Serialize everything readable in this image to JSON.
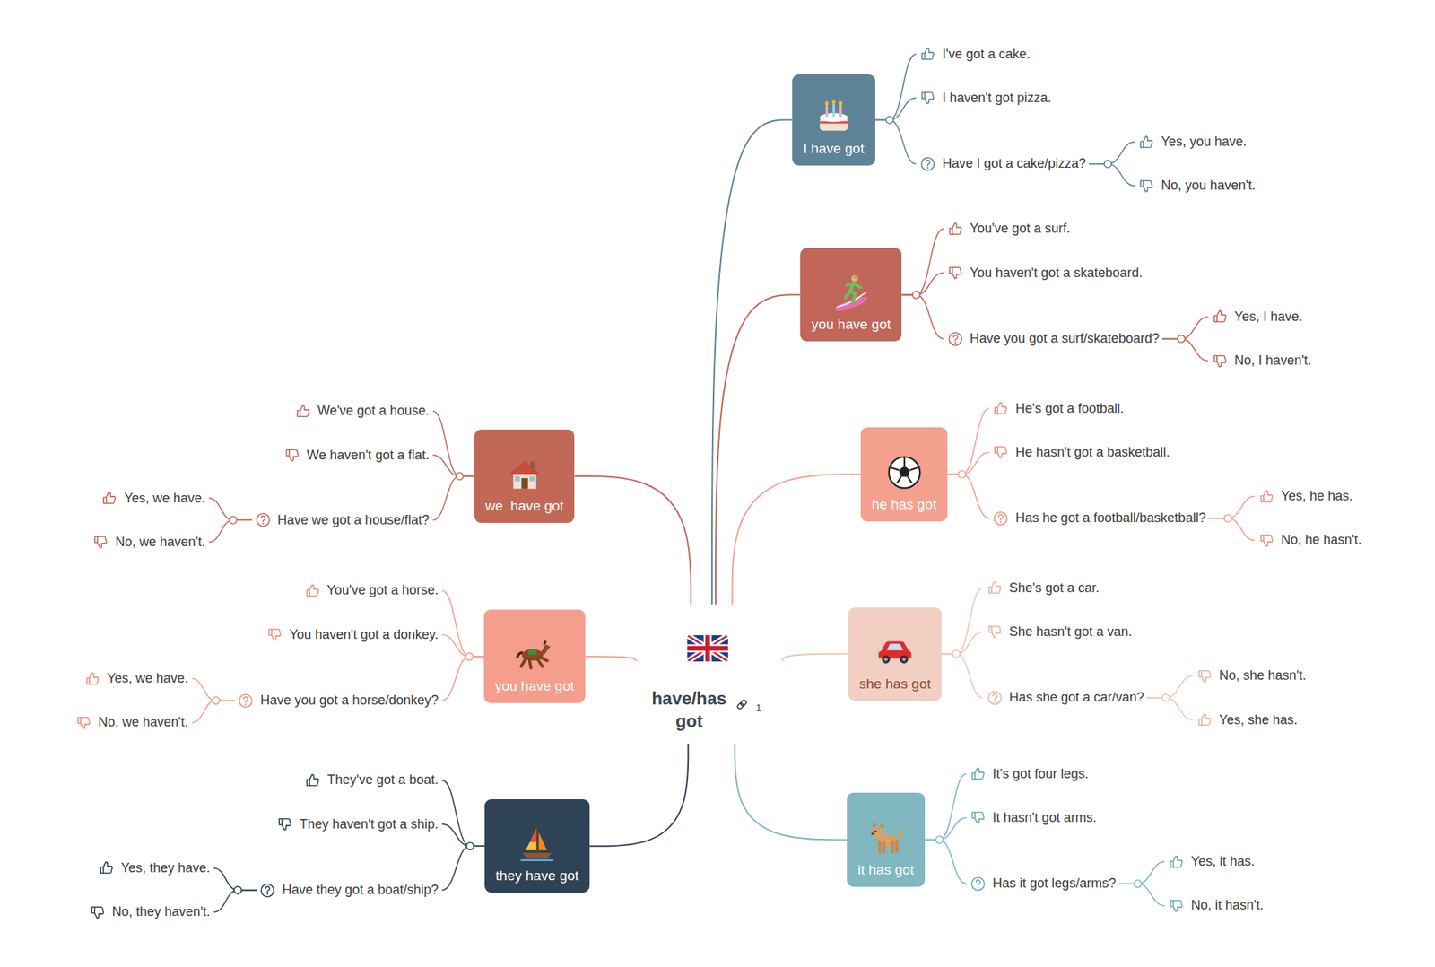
{
  "diagram": {
    "nodes": [
      {
        "text": [
          "have/has got"
        ]
      },
      {
        "text": [
          "I have got"
        ]
      },
      {
        "text": [
          "I've got a cake."
        ]
      },
      {
        "text": [
          "I haven't got pizza."
        ]
      },
      {
        "text": [
          "Have I got a cake/pizza?"
        ]
      },
      {
        "text": [
          "Yes, you have."
        ]
      },
      {
        "text": [
          "No, you haven't."
        ]
      },
      {
        "text": [
          "you have got"
        ]
      },
      {
        "text": [
          "You've got a surf."
        ]
      },
      {
        "text": [
          "You haven't got a skateboard."
        ]
      },
      {
        "text": [
          "Have you got a surf/skateboard?"
        ]
      },
      {
        "text": [
          "Yes, I have."
        ]
      },
      {
        "text": [
          "No, I haven't."
        ]
      },
      {
        "text": [
          "he has got"
        ]
      },
      {
        "text": [
          "He's got a football."
        ]
      },
      {
        "text": [
          "He hasn't got a basketball."
        ]
      },
      {
        "text": [
          "Has he got a football/basketball?"
        ]
      },
      {
        "text": [
          "Yes, he has."
        ]
      },
      {
        "text": [
          "No, he hasn't."
        ]
      },
      {
        "text": [
          "she has got"
        ]
      },
      {
        "text": [
          "She's got a car."
        ]
      },
      {
        "text": [
          "She hasn't got a van."
        ]
      },
      {
        "text": [
          "Has she got a car/van?"
        ]
      },
      {
        "text": [
          "No, she hasn't."
        ]
      },
      {
        "text": [
          "Yes, she has."
        ]
      },
      {
        "text": [
          "it has got"
        ]
      },
      {
        "text": [
          "It's got four legs."
        ]
      },
      {
        "text": [
          "It hasn't got arms."
        ]
      },
      {
        "text": [
          "Has it got legs/arms?"
        ]
      },
      {
        "text": [
          "Yes, it has."
        ]
      },
      {
        "text": [
          "No, it hasn't."
        ]
      },
      {
        "text": [
          "we  have got"
        ]
      },
      {
        "text": [
          "We've got a house."
        ]
      },
      {
        "text": [
          "We haven't got a flat."
        ]
      },
      {
        "text": [
          "Have we got a house/flat?"
        ]
      },
      {
        "text": [
          "Yes, we have."
        ]
      },
      {
        "text": [
          "No, we haven't."
        ]
      },
      {
        "text": [
          "you have got"
        ]
      },
      {
        "text": [
          "You've got a horse."
        ]
      },
      {
        "text": [
          "You haven't got a donkey."
        ]
      },
      {
        "text": [
          "Have you got a horse/donkey?"
        ]
      },
      {
        "text": [
          "Yes, we have."
        ]
      },
      {
        "text": [
          "No, we haven't."
        ]
      },
      {
        "text": [
          "they have got"
        ]
      },
      {
        "text": [
          "They've got a boat."
        ]
      },
      {
        "text": [
          "They haven't got a ship."
        ]
      },
      {
        "text": [
          "Have they got a boat/ship?"
        ]
      },
      {
        "text": [
          "Yes, they have."
        ]
      },
      {
        "text": [
          "No, they haven't."
        ]
      }
    ],
    "edges": [
      {
        "from": 0,
        "to": 1,
        "arrow": "none"
      },
      {
        "from": 1,
        "to": 2,
        "arrow": "none"
      },
      {
        "from": 1,
        "to": 3,
        "arrow": "none"
      },
      {
        "from": 1,
        "to": 4,
        "arrow": "none"
      },
      {
        "from": 4,
        "to": 5,
        "arrow": "none"
      },
      {
        "from": 4,
        "to": 6,
        "arrow": "none"
      },
      {
        "from": 0,
        "to": 7,
        "arrow": "none"
      },
      {
        "from": 7,
        "to": 8,
        "arrow": "none"
      },
      {
        "from": 7,
        "to": 9,
        "arrow": "none"
      },
      {
        "from": 7,
        "to": 10,
        "arrow": "none"
      },
      {
        "from": 10,
        "to": 11,
        "arrow": "none"
      },
      {
        "from": 10,
        "to": 12,
        "arrow": "none"
      },
      {
        "from": 0,
        "to": 13,
        "arrow": "none"
      },
      {
        "from": 13,
        "to": 14,
        "arrow": "none"
      },
      {
        "from": 13,
        "to": 15,
        "arrow": "none"
      },
      {
        "from": 13,
        "to": 16,
        "arrow": "none"
      },
      {
        "from": 16,
        "to": 17,
        "arrow": "none"
      },
      {
        "from": 16,
        "to": 18,
        "arrow": "none"
      },
      {
        "from": 0,
        "to": 19,
        "arrow": "none"
      },
      {
        "from": 19,
        "to": 20,
        "arrow": "none"
      },
      {
        "from": 19,
        "to": 21,
        "arrow": "none"
      },
      {
        "from": 19,
        "to": 22,
        "arrow": "none"
      },
      {
        "from": 22,
        "to": 23,
        "arrow": "none"
      },
      {
        "from": 22,
        "to": 24,
        "arrow": "none"
      },
      {
        "from": 0,
        "to": 25,
        "arrow": "none"
      },
      {
        "from": 25,
        "to": 26,
        "arrow": "none"
      },
      {
        "from": 25,
        "to": 27,
        "arrow": "none"
      },
      {
        "from": 25,
        "to": 28,
        "arrow": "none"
      },
      {
        "from": 28,
        "to": 29,
        "arrow": "none"
      },
      {
        "from": 28,
        "to": 30,
        "arrow": "none"
      },
      {
        "from": 0,
        "to": 31,
        "arrow": "none"
      },
      {
        "from": 31,
        "to": 32,
        "arrow": "none"
      },
      {
        "from": 31,
        "to": 33,
        "arrow": "none"
      },
      {
        "from": 31,
        "to": 34,
        "arrow": "none"
      },
      {
        "from": 34,
        "to": 35,
        "arrow": "none"
      },
      {
        "from": 34,
        "to": 36,
        "arrow": "none"
      },
      {
        "from": 0,
        "to": 37,
        "arrow": "none"
      },
      {
        "from": 37,
        "to": 38,
        "arrow": "none"
      },
      {
        "from": 37,
        "to": 39,
        "arrow": "none"
      },
      {
        "from": 37,
        "to": 40,
        "arrow": "none"
      },
      {
        "from": 40,
        "to": 41,
        "arrow": "none"
      },
      {
        "from": 40,
        "to": 42,
        "arrow": "none"
      },
      {
        "from": 0,
        "to": 43,
        "arrow": "none"
      },
      {
        "from": 43,
        "to": 44,
        "arrow": "none"
      },
      {
        "from": 43,
        "to": 45,
        "arrow": "none"
      },
      {
        "from": 43,
        "to": 46,
        "arrow": "none"
      },
      {
        "from": 46,
        "to": 47,
        "arrow": "none"
      },
      {
        "from": 46,
        "to": 48,
        "arrow": "none"
      }
    ],
    "labels": [
      "1"
    ]
  }
}
